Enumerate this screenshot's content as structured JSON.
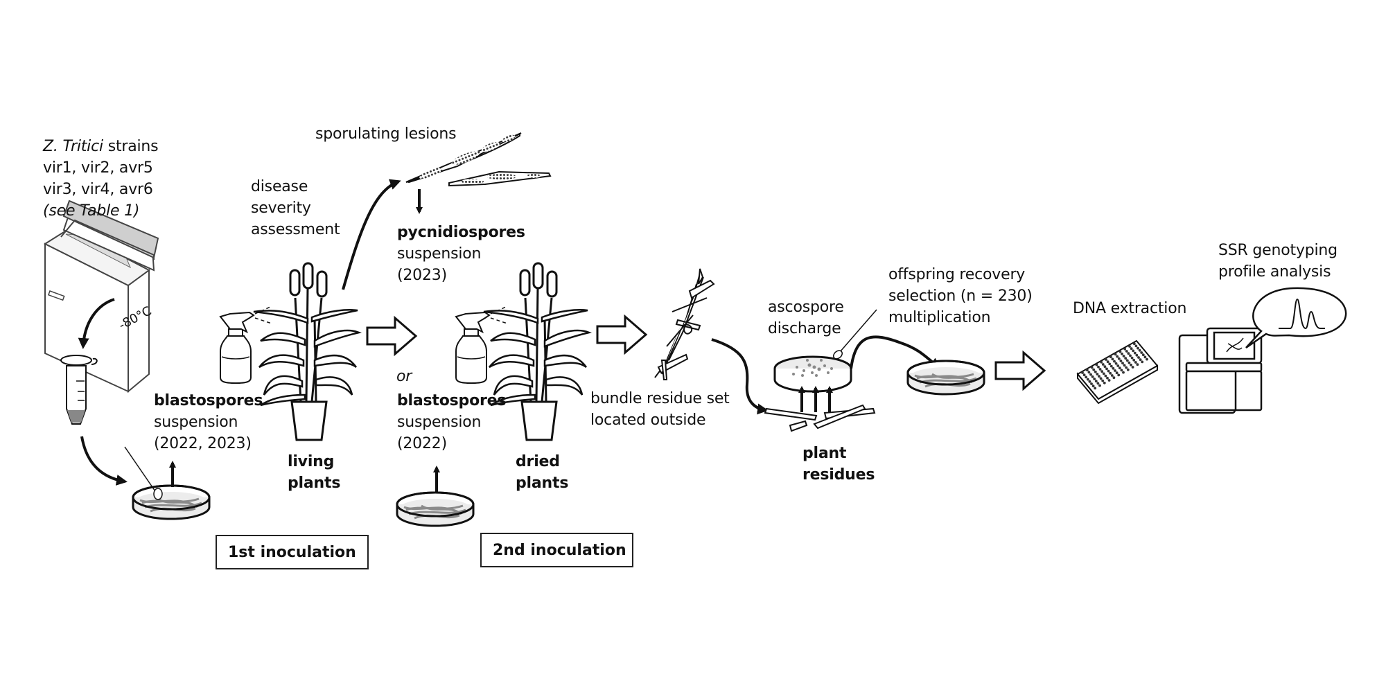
{
  "figure": {
    "strains": {
      "title_italic": "Z. Tritici",
      "title_rest": " strains",
      "line2": "vir1, vir2, avr5",
      "line3": "vir3, vir4, avr6",
      "line4": "(see Table 1)"
    },
    "freezer_temp": "-80°C",
    "blastospores_1": {
      "bold": "blastospores",
      "line2": "suspension",
      "line3": "(2022, 2023)"
    },
    "disease": {
      "line1": "disease",
      "line2": "severity",
      "line3": "assessment"
    },
    "living_plants": {
      "line1": "living",
      "line2": "plants"
    },
    "sporulating_lesions": "sporulating lesions",
    "pycnidiospores": {
      "bold": "pycnidiospores",
      "line2": "suspension",
      "line3": "(2023)"
    },
    "or_label": "or",
    "blastospores_2": {
      "bold": "blastospores",
      "line2": "suspension",
      "line3": "(2022)"
    },
    "dried_plants": {
      "line1": "dried",
      "line2": "plants"
    },
    "inoculation_1": "1st inoculation",
    "inoculation_2": "2nd inoculation",
    "bundle": {
      "line1": "bundle residue set",
      "line2": "located outside"
    },
    "ascospore": {
      "line1": "ascospore",
      "line2": "discharge"
    },
    "plant_residues": {
      "line1": "plant",
      "line2": "residues"
    },
    "offspring": {
      "line1": "offspring recovery",
      "line2": "selection (n = 230)",
      "line3": "multiplication"
    },
    "dna_extraction": "DNA extraction",
    "ssr": {
      "line1": "SSR genotyping",
      "line2": "profile analysis"
    }
  },
  "icons": [
    "freezer-icon",
    "tube-icon",
    "petri-dish-icon",
    "spray-bottle-icon",
    "wheat-plant-icon",
    "leaf-lesion-icon",
    "block-arrow-icon",
    "residue-bundle-icon",
    "well-plate-icon",
    "sequencer-icon",
    "chromatogram-icon"
  ],
  "colors": {
    "ink": "#111111",
    "culture_gray": "#8a8a8a",
    "medium_fill": "#ececec"
  }
}
